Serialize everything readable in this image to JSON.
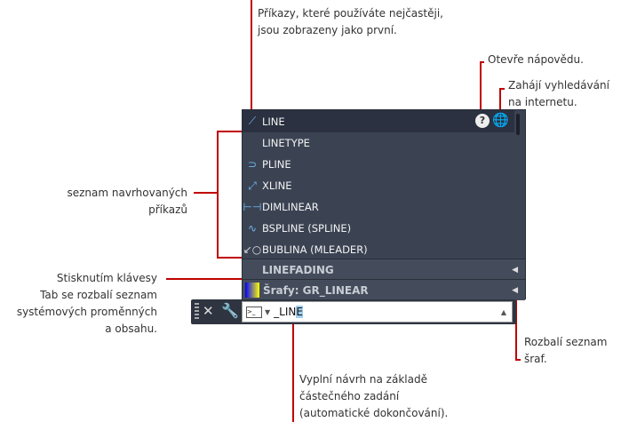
{
  "annotations": {
    "frequent": "Příkazy, které používáte nejčastěji,",
    "frequent2": "jsou zobrazeny jako první.",
    "help": "Otevře nápovědu.",
    "internet": "Zahájí vyhledávání",
    "internet2": "na internetu.",
    "list": "seznam navrhovaných",
    "list2": "příkazů",
    "tab1": "Stisknutím klávesy",
    "tab2": "Tab se rozbalí seznam",
    "tab3": "systémových proměnných",
    "tab4": "a obsahu.",
    "hatch1": "Rozbalí seznam",
    "hatch2": "šraf.",
    "auto1": "Vyplní návrh na základě",
    "auto2": "částečného zadání",
    "auto3": "(automatické dokončování)."
  },
  "suggestions": [
    {
      "label": "LINE",
      "icon": "line-icon"
    },
    {
      "label": "LINETYPE",
      "icon": ""
    },
    {
      "label": "PLINE",
      "icon": "pline-icon"
    },
    {
      "label": "XLINE",
      "icon": "xline-icon"
    },
    {
      "label": "DIMLINEAR",
      "icon": "dimlinear-icon"
    },
    {
      "label": "BSPLINE (SPLINE)",
      "icon": "spline-icon"
    },
    {
      "label": "BUBLINA (MLEADER)",
      "icon": "mleader-icon"
    }
  ],
  "sysvar": "LINEFADING",
  "hatch": "Šrafy: GR_LINEAR",
  "command": {
    "typed": "_LIN",
    "completion": "E"
  },
  "colors": {
    "callout": "#c00000",
    "panel": "#3b4353"
  }
}
